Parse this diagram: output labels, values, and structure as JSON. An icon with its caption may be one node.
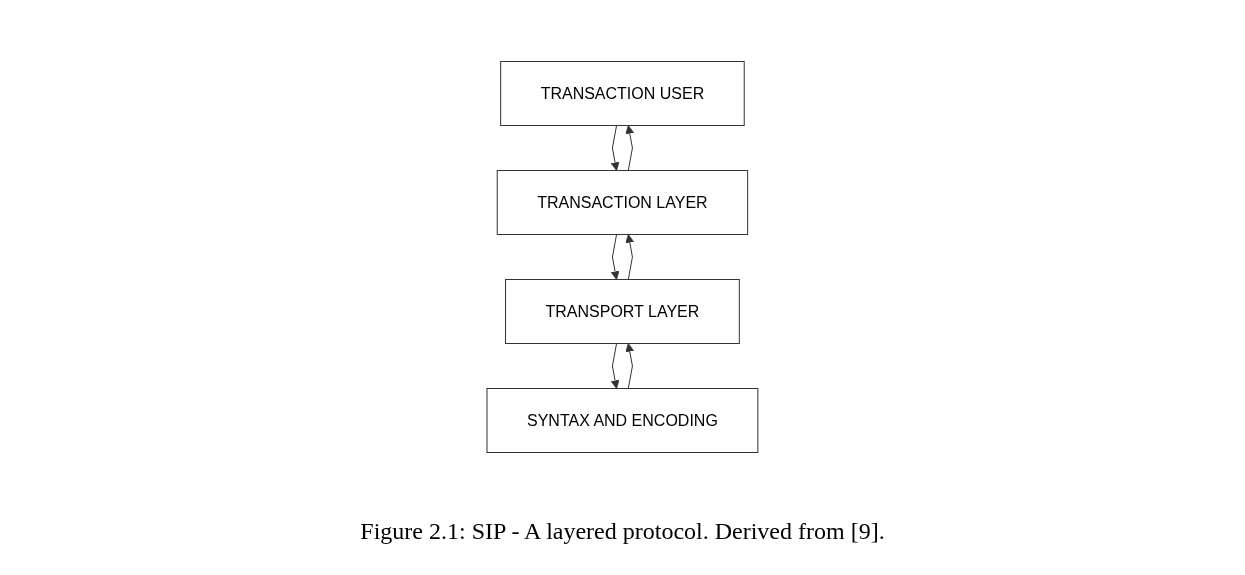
{
  "diagram": {
    "caption": "Figure 2.1: SIP - A layered protocol. Derived from [9].",
    "nodes": [
      {
        "text": [
          "TRANSACTION USER"
        ]
      },
      {
        "text": [
          "TRANSACTION LAYER"
        ]
      },
      {
        "text": [
          "TRANSPORT LAYER"
        ]
      },
      {
        "text": [
          "SYNTAX AND ENCODING"
        ]
      }
    ],
    "edges": [
      {
        "from": 1,
        "to": 0,
        "arrow": "to"
      },
      {
        "from": 0,
        "to": 1,
        "arrow": "to"
      },
      {
        "from": 2,
        "to": 1,
        "arrow": "to"
      },
      {
        "from": 1,
        "to": 2,
        "arrow": "to"
      },
      {
        "from": 3,
        "to": 2,
        "arrow": "to"
      },
      {
        "from": 2,
        "to": 3,
        "arrow": "to"
      }
    ]
  }
}
